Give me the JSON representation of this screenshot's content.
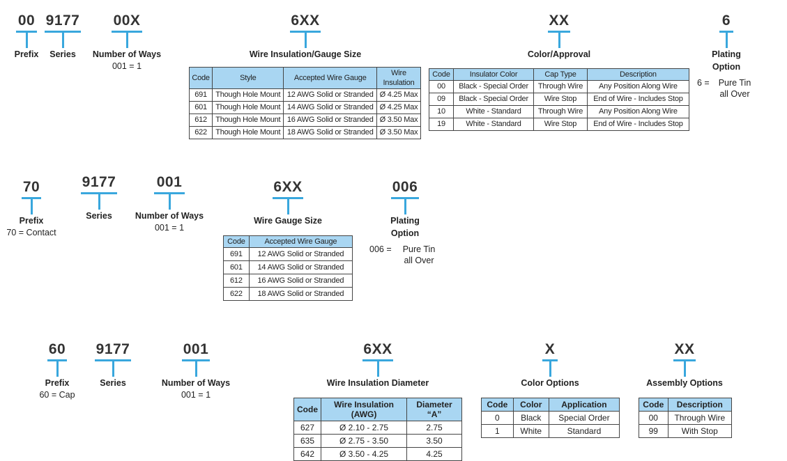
{
  "row1": {
    "segments": [
      {
        "code": "00",
        "label": "Prefix",
        "value": ""
      },
      {
        "code": "9177",
        "label": "Series",
        "value": ""
      },
      {
        "code": "00X",
        "label": "Number of Ways",
        "value": "001 = 1"
      },
      {
        "code": "6XX",
        "label": "Wire Insulation/Gauge Size",
        "value": ""
      },
      {
        "code": "XX",
        "label": "Color/Approval",
        "value": ""
      },
      {
        "code": "6",
        "label": "Plating Option",
        "value": ""
      }
    ],
    "plating_code": "6 =",
    "plating_desc": "Pure Tin all Over",
    "gauge_table": {
      "headers": [
        "Code",
        "Style",
        "Accepted Wire Gauge",
        "Wire Insulation"
      ],
      "rows": [
        [
          "691",
          "Though Hole Mount",
          "12 AWG Solid or Stranded",
          "Ø 4.25 Max"
        ],
        [
          "601",
          "Though Hole Mount",
          "14 AWG Solid or Stranded",
          "Ø 4.25 Max"
        ],
        [
          "612",
          "Though Hole Mount",
          "16 AWG Solid or Stranded",
          "Ø 3.50 Max"
        ],
        [
          "622",
          "Though Hole Mount",
          "18 AWG Solid or Stranded",
          "Ø 3.50 Max"
        ]
      ]
    },
    "color_table": {
      "headers": [
        "Code",
        "Insulator Color",
        "Cap Type",
        "Description"
      ],
      "rows": [
        [
          "00",
          "Black - Special Order",
          "Through Wire",
          "Any Position Along Wire"
        ],
        [
          "09",
          "Black - Special Order",
          "Wire Stop",
          "End of Wire - Includes Stop"
        ],
        [
          "10",
          "White - Standard",
          "Through Wire",
          "Any Position Along Wire"
        ],
        [
          "19",
          "White - Standard",
          "Wire Stop",
          "End of Wire - Includes Stop"
        ]
      ]
    }
  },
  "row2": {
    "segments": [
      {
        "code": "70",
        "label": "Prefix",
        "value": "70 = Contact"
      },
      {
        "code": "9177",
        "label": "Series",
        "value": ""
      },
      {
        "code": "001",
        "label": "Number of Ways",
        "value": "001 = 1"
      },
      {
        "code": "6XX",
        "label": "Wire Gauge Size",
        "value": ""
      },
      {
        "code": "006",
        "label": "Plating Option",
        "value": ""
      }
    ],
    "plating_code": "006 =",
    "plating_desc": "Pure Tin all Over",
    "gauge_table": {
      "headers": [
        "Code",
        "Accepted  Wire Gauge"
      ],
      "rows": [
        [
          "691",
          "12 AWG Solid or Stranded"
        ],
        [
          "601",
          "14 AWG Solid or Stranded"
        ],
        [
          "612",
          "16 AWG Solid or Stranded"
        ],
        [
          "622",
          "18 AWG Solid or Stranded"
        ]
      ]
    }
  },
  "row3": {
    "segments": [
      {
        "code": "60",
        "label": "Prefix",
        "value": "60 = Cap"
      },
      {
        "code": "9177",
        "label": "Series",
        "value": ""
      },
      {
        "code": "001",
        "label": "Number of Ways",
        "value": "001 = 1"
      },
      {
        "code": "6XX",
        "label": "Wire Insulation Diameter",
        "value": ""
      },
      {
        "code": "X",
        "label": "Color Options",
        "value": ""
      },
      {
        "code": "XX",
        "label": "Assembly Options",
        "value": ""
      }
    ],
    "diameter_table": {
      "headers": [
        "Code",
        "Wire Insulation (AWG)",
        "Diameter “A”"
      ],
      "rows": [
        [
          "627",
          "Ø 2.10 - 2.75",
          "2.75"
        ],
        [
          "635",
          "Ø 2.75 - 3.50",
          "3.50"
        ],
        [
          "642",
          "Ø 3.50 - 4.25",
          "4.25"
        ]
      ]
    },
    "color_table": {
      "headers": [
        "Code",
        "Color",
        "Application"
      ],
      "rows": [
        [
          "0",
          "Black",
          "Special Order"
        ],
        [
          "1",
          "White",
          "Standard"
        ]
      ]
    },
    "assembly_table": {
      "headers": [
        "Code",
        "Description"
      ],
      "rows": [
        [
          "00",
          "Through Wire"
        ],
        [
          "99",
          "With Stop"
        ]
      ]
    }
  },
  "colors": {
    "accent": "#39a7dd",
    "table_header": "#a9d6f2"
  }
}
